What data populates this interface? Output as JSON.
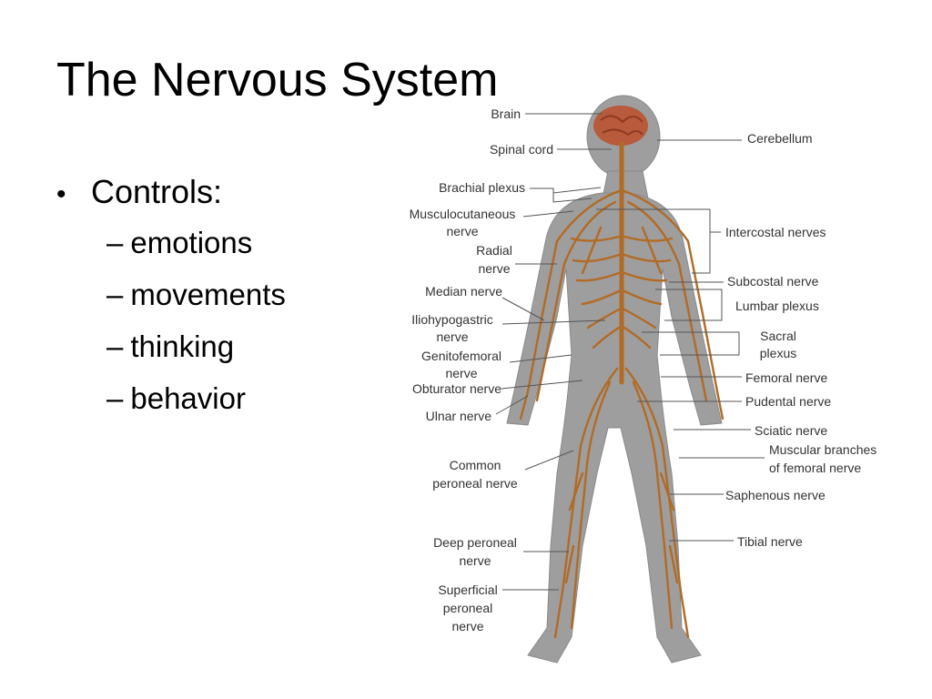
{
  "slide": {
    "title": "The Nervous System",
    "bullet": "Controls:",
    "sub_items": [
      "emotions",
      "movements",
      "thinking",
      "behavior"
    ]
  },
  "colors": {
    "body": "#9e9e9e",
    "nerve": "#b26b25",
    "brain": "#b85a3c",
    "leader": "#555555"
  },
  "diagram": {
    "labels": {
      "brain": "Brain",
      "spinal_cord": "Spinal cord",
      "cerebellum": "Cerebellum",
      "brachial_plexus": "Brachial plexus",
      "musculocutaneous": [
        "Musculocutaneous",
        "nerve"
      ],
      "intercostal": "Intercostal nerves",
      "radial": [
        "Radial",
        "nerve"
      ],
      "subcostal": "Subcostal nerve",
      "median": "Median nerve",
      "lumbar_plexus": "Lumbar plexus",
      "iliohypogastric": [
        "Iliohypogastric",
        "nerve"
      ],
      "sacral_plexus": [
        "Sacral",
        "plexus"
      ],
      "genitofemoral": [
        "Genitofemoral",
        "nerve"
      ],
      "femoral": "Femoral nerve",
      "obturator": "Obturator nerve",
      "pudental": "Pudental nerve",
      "ulnar": "Ulnar nerve",
      "sciatic": "Sciatic nerve",
      "muscular_branches": [
        "Muscular branches",
        "of femoral nerve"
      ],
      "common_peroneal": [
        "Common",
        "peroneal nerve"
      ],
      "saphenous": "Saphenous nerve",
      "deep_peroneal": [
        "Deep peroneal",
        "nerve"
      ],
      "tibial": "Tibial nerve",
      "superficial_peroneal": [
        "Superficial",
        "peroneal",
        "nerve"
      ]
    }
  }
}
